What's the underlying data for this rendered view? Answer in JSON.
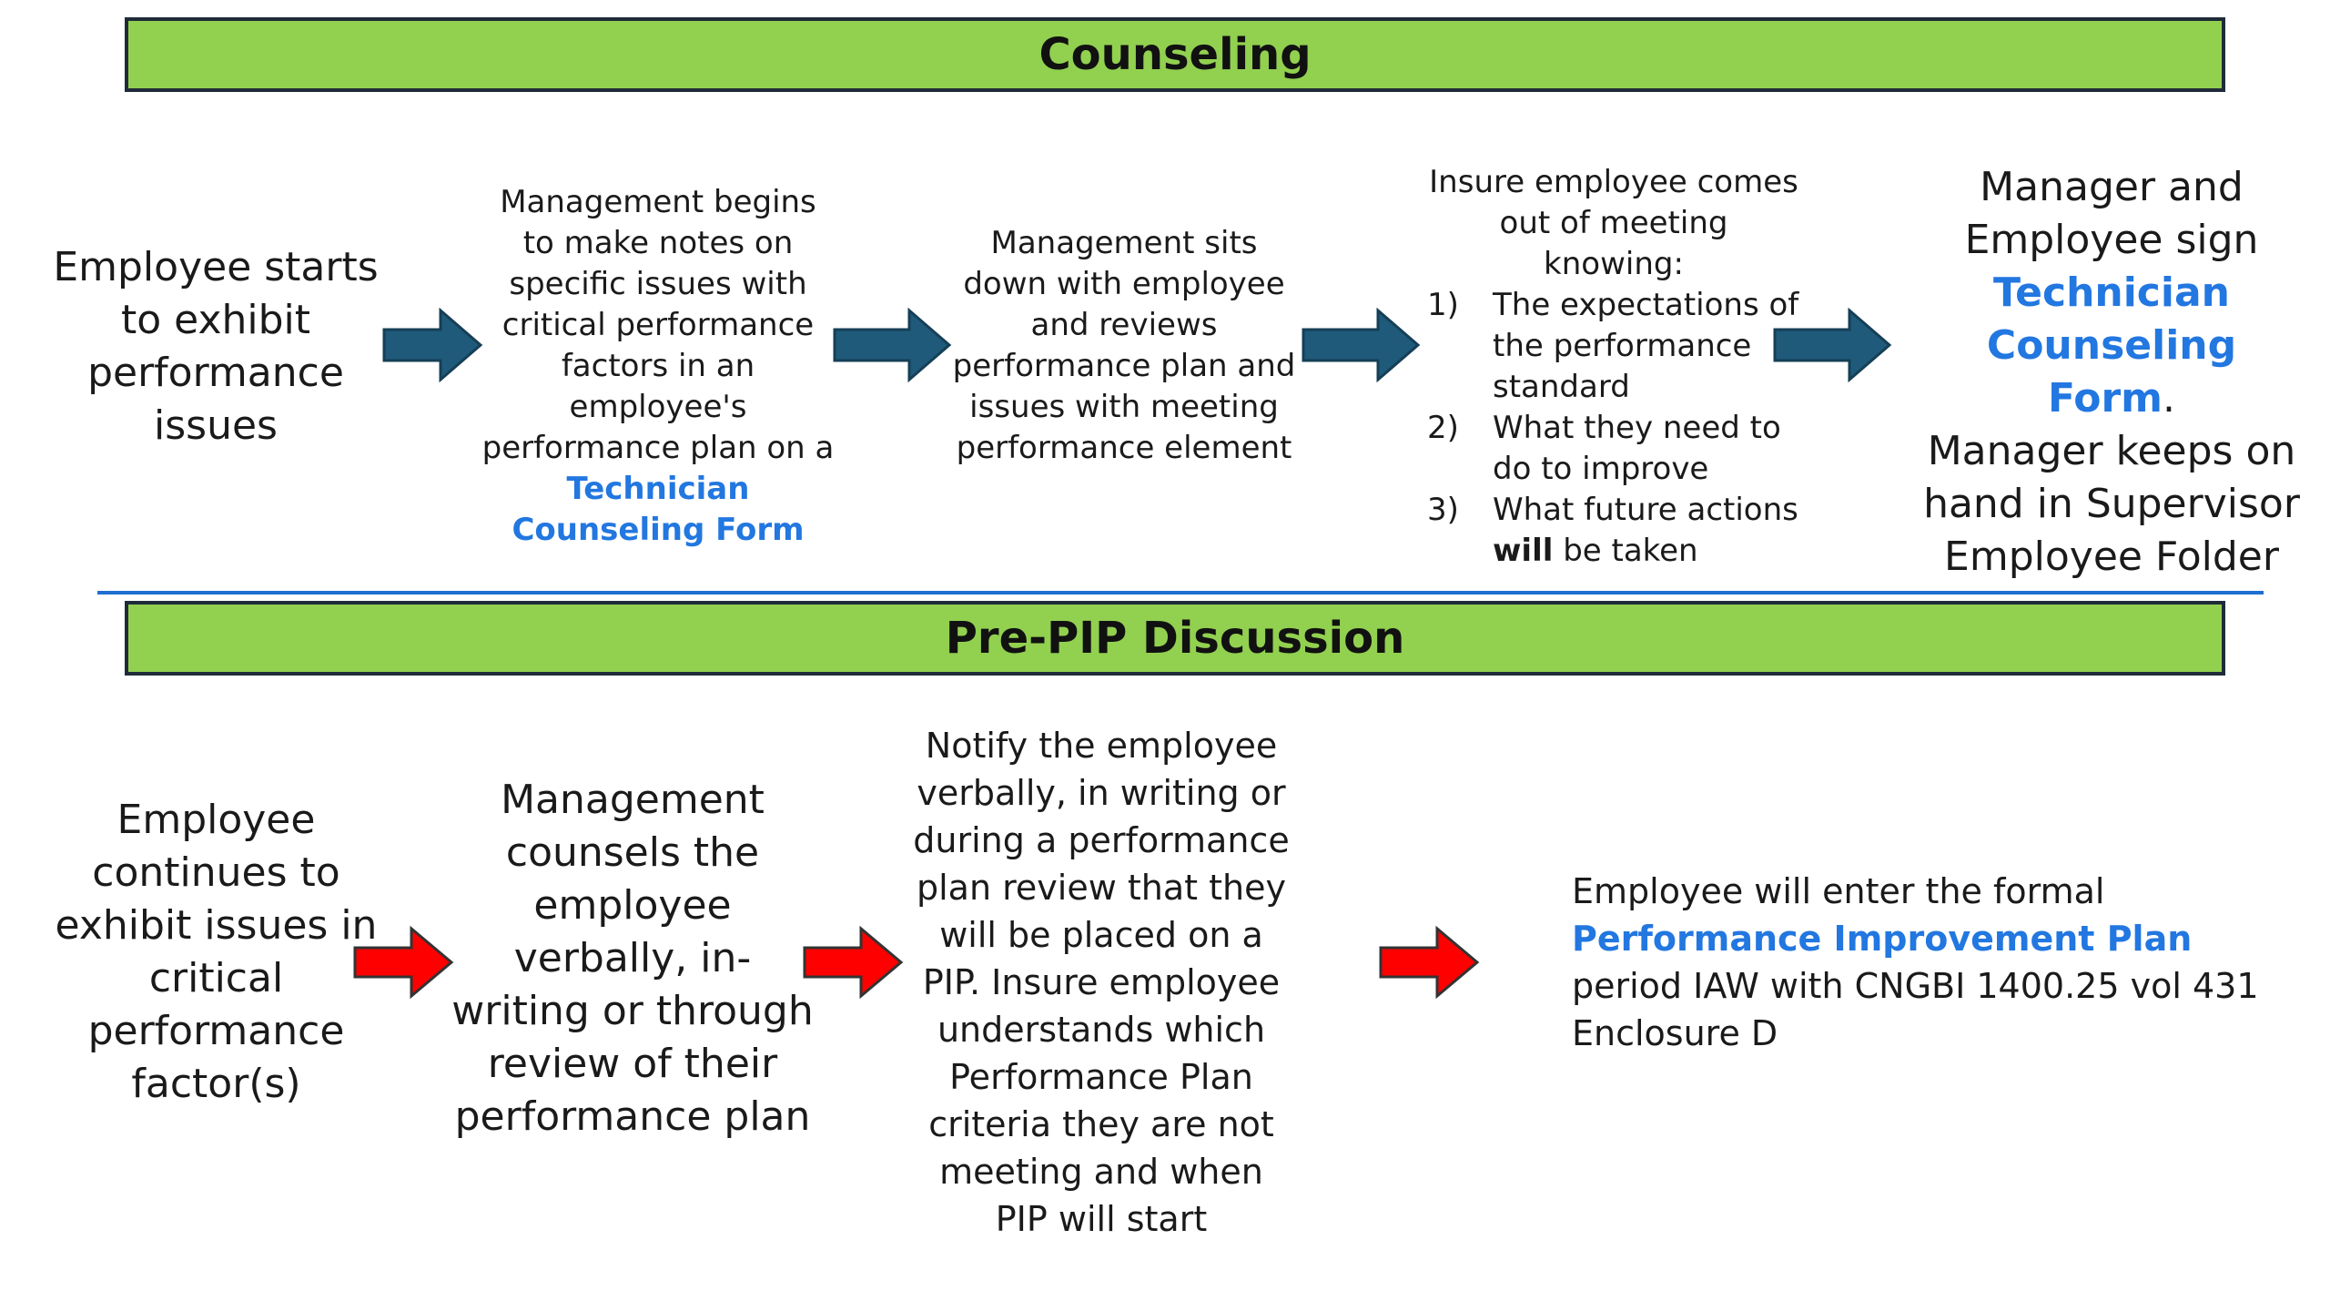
{
  "counseling": {
    "title": "Counseling",
    "step1": "Employee starts to exhibit performance issues",
    "step2_text": "Management begins to make notes on specific issues with critical performance factors in an employee's performance plan on a",
    "step2_link": "Technician Counseling Form",
    "step3": "Management sits down with employee and reviews  performance plan and issues with meeting performance element",
    "step4_intro": "Insure employee comes out of meeting knowing:",
    "step4_items": [
      {
        "num": "1)",
        "text": "The expectations of the performance standard"
      },
      {
        "num": "2)",
        "text": "What they need to do to improve"
      },
      {
        "num": "3)",
        "text_bold": "will",
        "text_pre": "What future actions",
        "text_post": "be taken"
      }
    ],
    "step5_pre": "Manager and Employee sign",
    "step5_link": "Technician Counseling Form",
    "step5_dot": ".",
    "step5_post": "Manager keeps on hand in Supervisor Employee Folder"
  },
  "prepip": {
    "title": "Pre-PIP Discussion",
    "step1": "Employee continues to exhibit issues in critical performance factor(s)",
    "step2": "Management counsels the employee verbally, in-writing or through review of their performance plan",
    "step3": "Notify the employee verbally, in writing or during a performance plan review that they will be placed on a PIP.  Insure employee understands which Performance Plan criteria they are not meeting and when PIP will start",
    "step4_pre": "Employee will enter the formal",
    "step4_link": "Performance Improvement Plan",
    "step4_post": "period IAW with CNGBI 1400.25 vol 431 Enclosure D"
  },
  "colors": {
    "band_green": "#92d050",
    "arrow_teal": "#1f5a7a",
    "arrow_red": "#ff0000",
    "link_blue": "#2277e0",
    "divider_blue": "#1f6fd1"
  }
}
